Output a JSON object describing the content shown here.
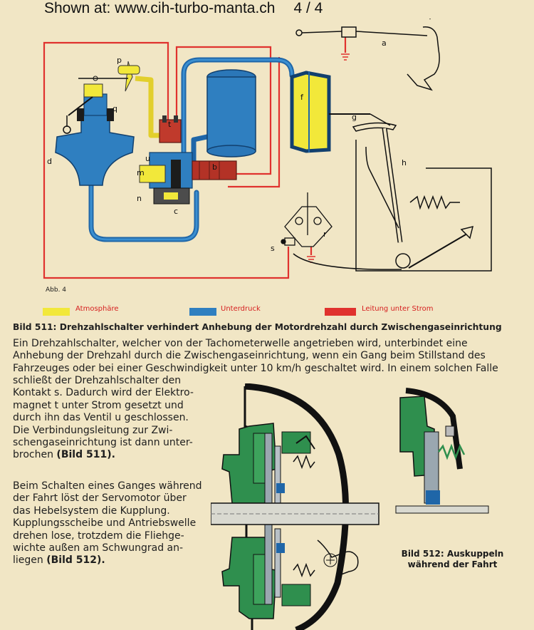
{
  "header": {
    "source": "Shown at: www.cih-turbo-manta.ch",
    "page_indicator": "4 / 4"
  },
  "figure": {
    "abb_label": "Abb. 4",
    "part_labels": {
      "a": "a",
      "b": "b",
      "c": "c",
      "d": "d",
      "f": "f",
      "g": "g",
      "h": "h",
      "m": "m",
      "n": "n",
      "p": "p",
      "q": "q",
      "r": "r",
      "s": "s",
      "t": "t",
      "u": "u"
    },
    "legend": [
      {
        "label": "Atmosphäre",
        "color": "#f2e83a"
      },
      {
        "label": "Unterdruck",
        "color": "#2f7fc0"
      },
      {
        "label": "Leitung unter Strom",
        "color": "#e0322e"
      }
    ],
    "caption_511": "Bild 511: Drehzahlschalter verhindert Anhebung der Motordrehzahl durch Zwischengaseinrichtung"
  },
  "text": {
    "p1_lines": [
      "Ein Drehzahlschalter, welcher von der Tachometerwelle angetrieben wird, unterbindet eine",
      "Anhebung der Drehzahl durch die Zwischengaseinrichtung, wenn ein Gang beim Stillstand des",
      "Fahrzeuges oder bei einer Geschwindigkeit unter 10 km/h geschaltet wird. In einem solchen Falle"
    ],
    "p1b_lines": [
      "schließt der Drehzahlschalter den",
      "Kontakt s. Dadurch wird der Elektro-",
      "magnet t unter Strom gesetzt und",
      "durch ihn das Ventil u geschlossen.",
      "Die Verbindungsleitung zur Zwi-",
      "schengaseinrichtung ist dann unter-",
      "brochen"
    ],
    "p1b_ref": "(Bild 511).",
    "p2_lines": [
      "Beim Schalten eines Ganges während",
      "der Fahrt löst der Servomotor über",
      "das Hebelsystem die Kupplung.",
      "Kupplungsscheibe und Antriebswelle",
      "drehen lose, trotzdem die Fliehge-",
      "wichte außen am Schwungrad an-",
      "liegen"
    ],
    "p2_ref": "(Bild 512).",
    "caption_512_lines": [
      "Bild 512: Auskuppeln",
      "während der Fahrt"
    ]
  }
}
